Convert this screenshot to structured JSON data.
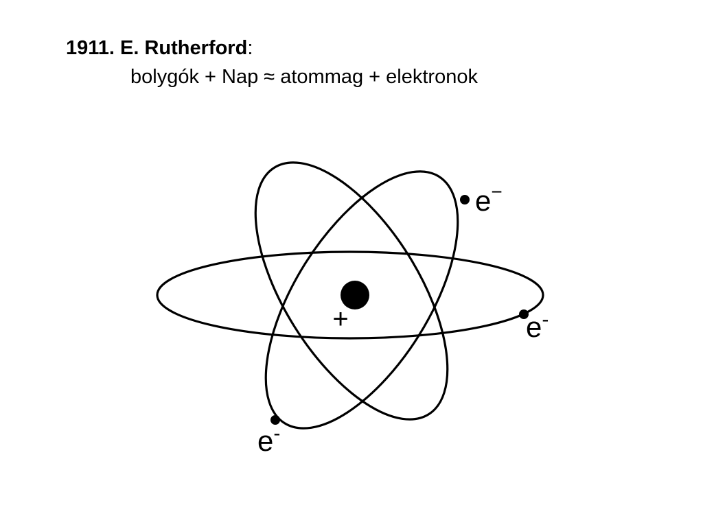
{
  "title": {
    "year_name": "1911. E. Rutherford",
    "colon": ":"
  },
  "subtitle": "bolygók + Nap ≈ atommag + elektronok",
  "diagram": {
    "nucleus_charge": "+",
    "electron_labels": [
      {
        "base": "e",
        "sup": "−"
      },
      {
        "base": "e",
        "sup": "-"
      },
      {
        "base": "e",
        "sup": "-"
      }
    ]
  }
}
